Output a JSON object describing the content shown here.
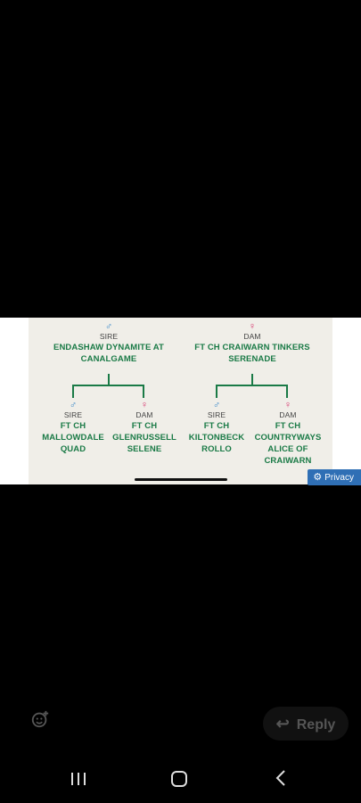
{
  "pedigree": {
    "parents": [
      {
        "symbol": "♂",
        "role": "SIRE",
        "name_line1": "ENDASHAW DYNAMITE AT",
        "name_line2": "CANALGAME"
      },
      {
        "symbol": "♀",
        "role": "DAM",
        "name_line1": "FT CH CRAIWARN TINKERS",
        "name_line2": "SERENADE"
      }
    ],
    "grandparents": [
      {
        "symbol": "♂",
        "role": "SIRE",
        "lines": [
          "FT CH",
          "MALLOWDALE",
          "QUAD"
        ]
      },
      {
        "symbol": "♀",
        "role": "DAM",
        "lines": [
          "FT CH",
          "GLENRUSSELL",
          "SELENE"
        ]
      },
      {
        "symbol": "♂",
        "role": "SIRE",
        "lines": [
          "FT CH",
          "KILTONBECK",
          "ROLLO"
        ]
      },
      {
        "symbol": "♀",
        "role": "DAM",
        "lines": [
          "FT CH",
          "COUNTRYWAYS",
          "ALICE OF",
          "CRAIWARN"
        ]
      }
    ]
  },
  "privacy": {
    "label": "Privacy"
  },
  "reply": {
    "label": "Reply"
  },
  "icons": {
    "emoji": "emoji-add-icon",
    "reply": "reply-arrow-icon",
    "gear": "gear-icon"
  }
}
